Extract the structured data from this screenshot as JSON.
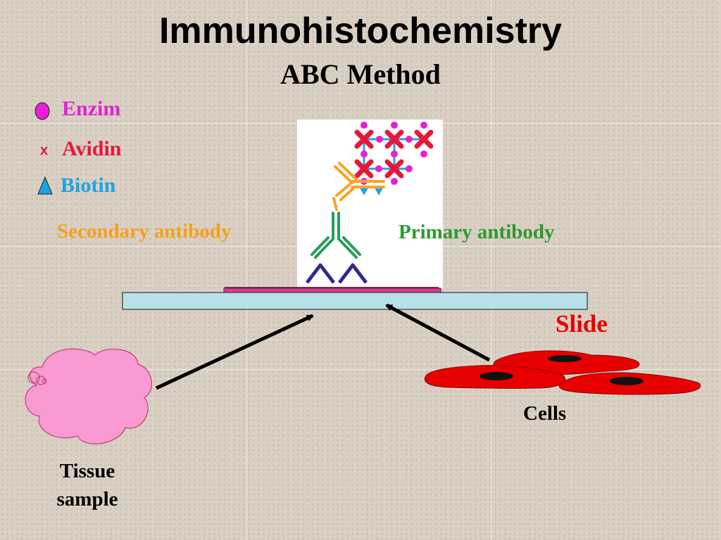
{
  "title": "Immunohistochemistry",
  "subtitle": "ABC Method",
  "legend": {
    "enzim": "Enzim",
    "avidin_marker": "x",
    "avidin": "Avidin",
    "biotin": "Biotin"
  },
  "labels": {
    "secondary_antibody": "Secondary antibody",
    "primary_antibody": "Primary antibody",
    "slide": "Slide",
    "cells": "Cells",
    "tissue_line1": "Tissue",
    "tissue_line2": "sample"
  },
  "colors": {
    "enzim": "#e81fd3",
    "avidin": "#e8173a",
    "biotin": "#1ea3e8",
    "secondary": "#f5a623",
    "primary": "#2a9d5c",
    "antigen": "#2e2a8c",
    "slide": "#b7e1ea",
    "tissue_on_slide": "#e03a8f",
    "slide_label": "#e80000",
    "cells": "#e80000",
    "tissue": "#f99ad2",
    "primary_label": "#2f9a2f",
    "secondary_label": "#f5a020"
  }
}
